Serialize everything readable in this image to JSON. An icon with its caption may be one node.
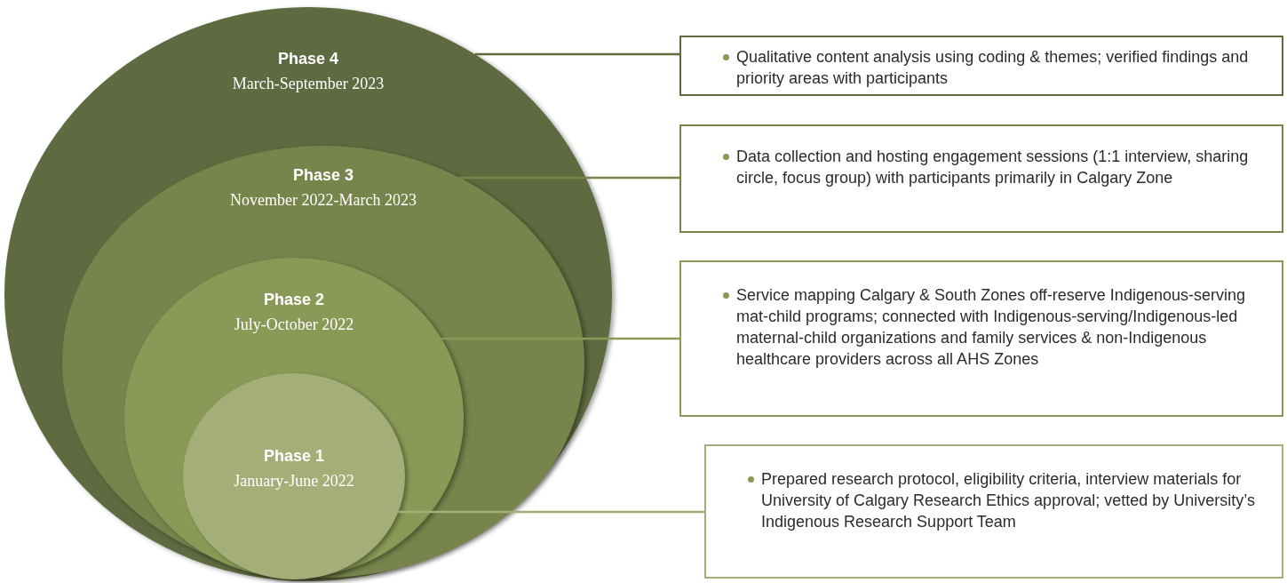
{
  "diagram": {
    "nodes": [
      {
        "text": [
          "Phase 4",
          "March-September 2023"
        ]
      },
      {
        "text": [
          "Qualitative content analysis using coding & themes; verified findings and priority areas with participants"
        ]
      },
      {
        "text": [
          "Phase 3",
          "November 2022-March 2023"
        ],
        "in": 0
      },
      {
        "text": [
          "Data collection and hosting engagement sessions (1:1 interview, sharing circle, focus group) with participants primarily in Calgary Zone"
        ]
      },
      {
        "text": [
          "Phase 2",
          "July-October 2022"
        ],
        "in": 2
      },
      {
        "text": [
          "Service mapping Calgary & South Zones off-reserve Indigenous-serving mat-child programs; connected with Indigenous-serving/Indigenous-led maternal-child organizations and family services & non-Indigenous healthcare providers across all AHS Zones"
        ]
      },
      {
        "text": [
          "Phase 1",
          "January-June 2022"
        ],
        "in": 4
      },
      {
        "text": [
          "Prepared research protocol, eligibility criteria, interview materials for University of Calgary Research Ethics approval; vetted by University’s Indigenous Research Support Team"
        ]
      }
    ],
    "edges": [
      {
        "from": 0,
        "to": 1,
        "arrow": "none",
        "color": "#5e6a3f"
      },
      {
        "from": 2,
        "to": 3,
        "arrow": "none",
        "color": "#77844c"
      },
      {
        "from": 4,
        "to": 5,
        "arrow": "none",
        "color": "#8a9a56"
      },
      {
        "from": 6,
        "to": 7,
        "arrow": "none",
        "color": "#a3ae78"
      }
    ]
  }
}
